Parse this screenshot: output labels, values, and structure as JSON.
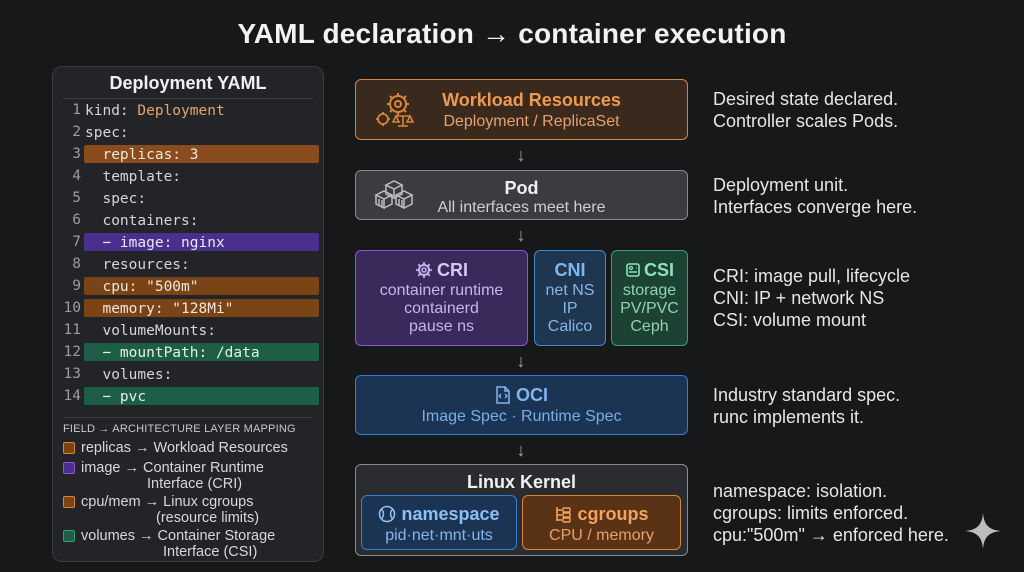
{
  "title": "YAML declaration → container execution",
  "yaml": {
    "heading": "Deployment YAML",
    "lines": [
      {
        "n": "1",
        "text": "kind: Deployment"
      },
      {
        "n": "2",
        "text": "spec:"
      },
      {
        "n": "3",
        "text": "  replicas: 3"
      },
      {
        "n": "4",
        "text": "  template:"
      },
      {
        "n": "5",
        "text": "  spec:"
      },
      {
        "n": "6",
        "text": "  containers:"
      },
      {
        "n": "7",
        "text": "  − image: nginx"
      },
      {
        "n": "8",
        "text": "  resources:"
      },
      {
        "n": "9",
        "text": "  cpu: \"500m\""
      },
      {
        "n": "10",
        "text": "  memory: \"128Mi\""
      },
      {
        "n": "11",
        "text": "  volumeMounts:"
      },
      {
        "n": "12",
        "text": "  − mountPath: /data"
      },
      {
        "n": "13",
        "text": "  volumes:"
      },
      {
        "n": "14",
        "text": "  − pvc"
      }
    ],
    "mapping_title": "FIELD → ARCHITECTURE LAYER MAPPING",
    "mapping": [
      {
        "line1": "replicas → Workload Resources",
        "line2": ""
      },
      {
        "line1": "image → Container Runtime",
        "line2": "Interface (CRI)"
      },
      {
        "line1": "cpu/mem → Linux cgroups",
        "line2": "(resource limits)"
      },
      {
        "line1": "volumes → Container Storage",
        "line2": "Interface (CSI)"
      }
    ]
  },
  "layers": {
    "workload": {
      "title": "Workload Resources",
      "sub": "Deployment / ReplicaSet"
    },
    "pod": {
      "title": "Pod",
      "sub": "All interfaces meet here"
    },
    "cri": {
      "title": "CRI",
      "lines": [
        "container runtime",
        "containerd",
        "pause ns"
      ]
    },
    "cni": {
      "title": "CNI",
      "lines": [
        "net NS",
        "IP",
        "Calico"
      ]
    },
    "csi": {
      "title": "CSI",
      "lines": [
        "storage",
        "PV/PVC",
        "Ceph"
      ]
    },
    "oci": {
      "title": "OCI",
      "sub": "Image Spec · Runtime Spec"
    },
    "kernel": {
      "title": "Linux Kernel",
      "namespace": {
        "title": "namespace",
        "sub": "pid·net·mnt·uts"
      },
      "cgroups": {
        "title": "cgroups",
        "sub": "CPU / memory"
      }
    }
  },
  "notes": {
    "workload": [
      "Desired state declared.",
      "Controller scales Pods."
    ],
    "pod": [
      "Deployment unit.",
      "Interfaces converge here."
    ],
    "interfaces": [
      "CRI: image pull, lifecycle",
      "CNI: IP + network NS",
      "CSI: volume mount"
    ],
    "oci": [
      "Industry standard spec.",
      "runc implements it."
    ],
    "kernel": [
      "namespace: isolation.",
      "cgroups: limits enforced.",
      "cpu:\"500m\" → enforced here."
    ]
  },
  "arrow_glyph": "↓",
  "colors": {
    "background": "#17181a",
    "workload": "#d8843a",
    "pod": "#8a8a8a",
    "cri": "#8c55d6",
    "cni": "#3f86d1",
    "csi": "#35a273",
    "oci": "#2f7fd6",
    "kernel": "#8a8a8a",
    "cgroups": "#d8843a",
    "yaml_kind_value": "#e8a36a"
  }
}
